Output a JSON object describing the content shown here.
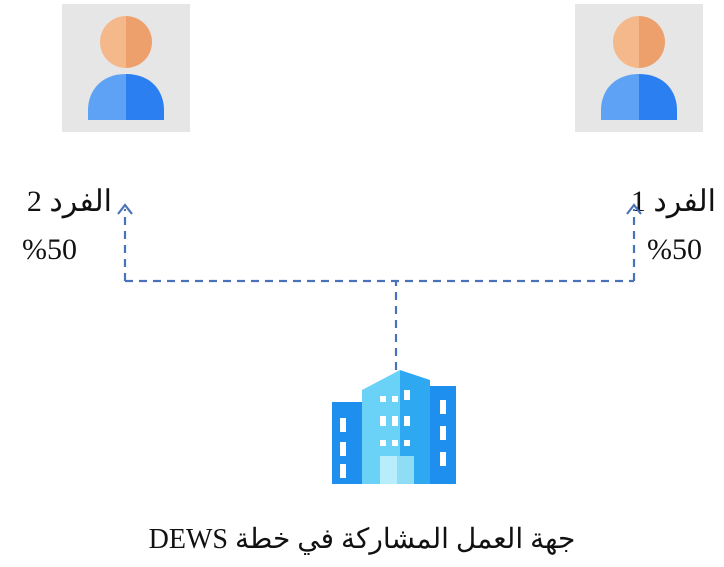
{
  "individuals": [
    {
      "name": "الفرد 1",
      "share": "%50",
      "icon": "person-avatar-icon"
    },
    {
      "name": "الفرد 2",
      "share": "%50",
      "icon": "person-avatar-icon"
    }
  ],
  "entity": {
    "icon": "office-building-icon",
    "label": "جهة العمل المشاركة في خطة DEWS"
  },
  "colors": {
    "connector": "#4a72b8",
    "avatar_background": "#e6e6e6",
    "avatar_head_light": "#f5b88a",
    "avatar_head_dark": "#eda06b",
    "avatar_body_light": "#5ea2f5",
    "avatar_body_dark": "#2b7ff0",
    "building_light": "#6ad2f7",
    "building_dark": "#1f8fef"
  }
}
